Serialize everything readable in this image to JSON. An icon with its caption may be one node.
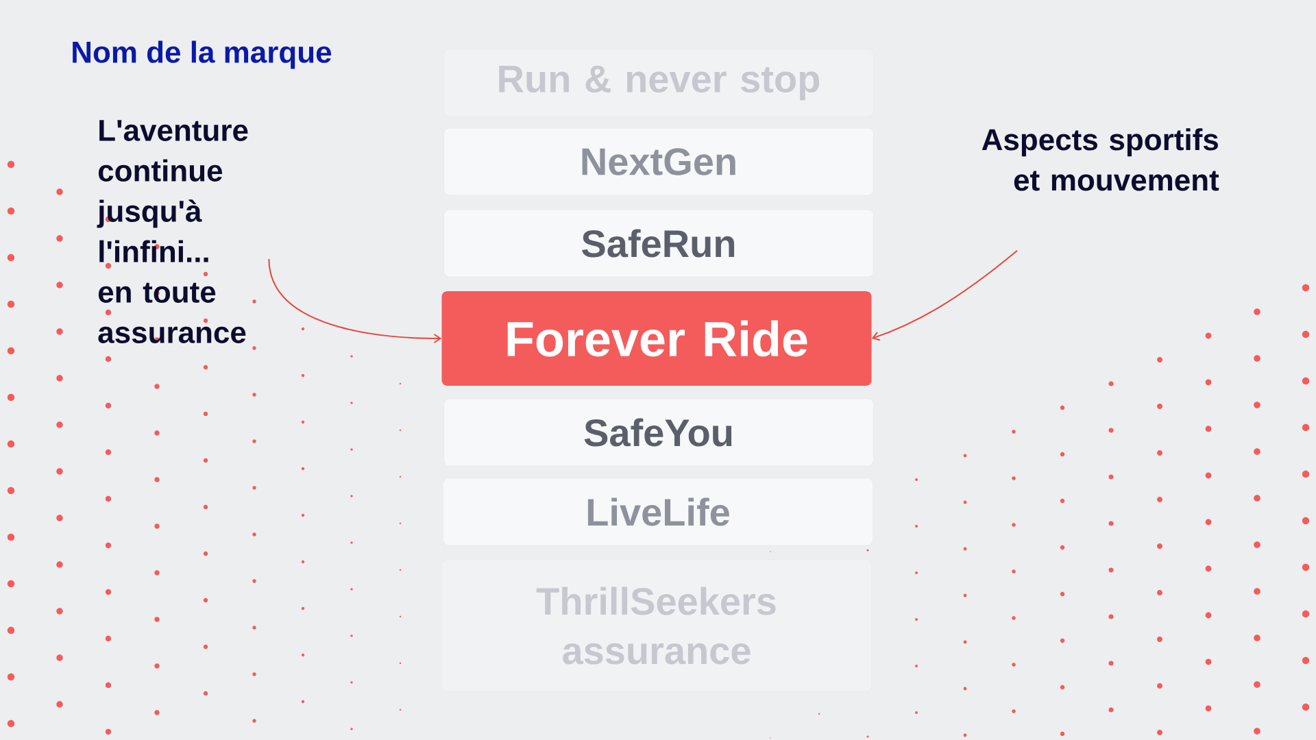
{
  "diagram": {
    "title": "Nom de la marque",
    "nodes": [
      {
        "text": [
          "L'aventure continue jusqu'à l'infini... en toute assurance"
        ]
      },
      {
        "text": [
          "Run & never stop"
        ]
      },
      {
        "text": [
          "NextGen"
        ]
      },
      {
        "text": [
          "SafeRun"
        ]
      },
      {
        "text": [
          "Forever Ride"
        ]
      },
      {
        "text": [
          "SafeYou"
        ]
      },
      {
        "text": [
          "LiveLife"
        ]
      },
      {
        "text": [
          "ThrillSeekers assurance"
        ]
      },
      {
        "text": [
          "Aspects sportifs et mouvement"
        ]
      }
    ],
    "edges": [
      {
        "from": 0,
        "to": 4,
        "arrow": "to"
      },
      {
        "from": 8,
        "to": 4,
        "arrow": "to"
      }
    ]
  }
}
